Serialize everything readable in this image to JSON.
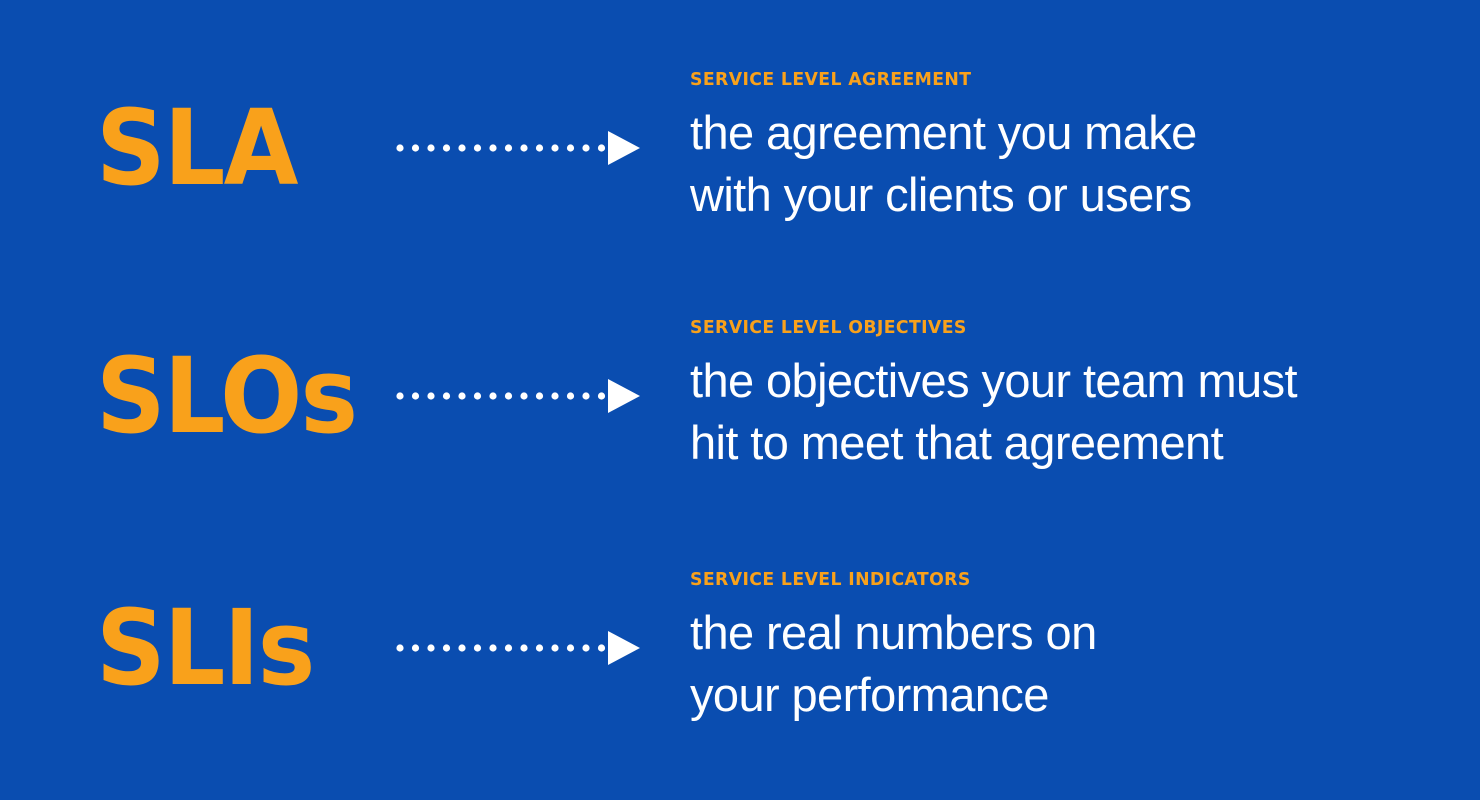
{
  "theme": {
    "background_color": "#0a4db0",
    "accent_color": "#f9a11b",
    "text_color": "#ffffff"
  },
  "rows": [
    {
      "acronym": "SLA",
      "caption": "SERVICE LEVEL AGREEMENT",
      "lines": [
        "the agreement you make",
        "with your clients or users"
      ],
      "connector": "dotted-arrow-right"
    },
    {
      "acronym": "SLOs",
      "caption": "SERVICE LEVEL OBJECTIVES",
      "lines": [
        "the objectives your team must",
        "hit to meet that agreement"
      ],
      "connector": "dotted-arrow-right"
    },
    {
      "acronym": "SLIs",
      "caption": "SERVICE LEVEL INDICATORS",
      "lines": [
        "the real numbers on",
        "your performance"
      ],
      "connector": "dotted-arrow-right"
    }
  ]
}
